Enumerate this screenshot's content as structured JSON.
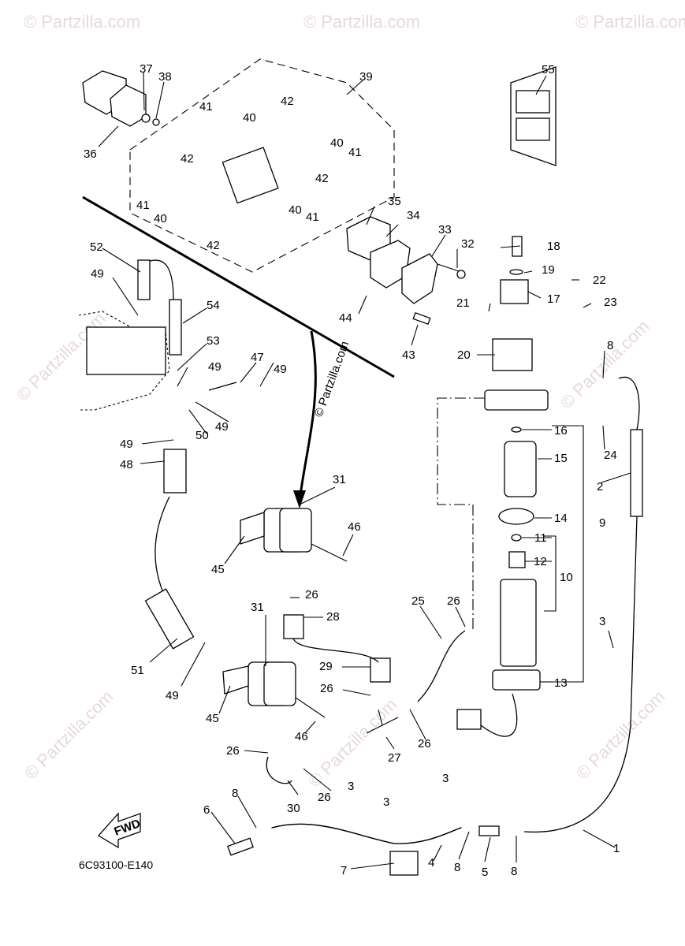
{
  "watermark_text": "© Partzilla.com",
  "center_watermark_text": "© Partzilla.com",
  "diagram_code": "6C93100-E140",
  "fwd_label": "FWD",
  "callouts": [
    "1",
    "2",
    "3",
    "4",
    "5",
    "6",
    "7",
    "8",
    "9",
    "10",
    "11",
    "12",
    "13",
    "14",
    "15",
    "16",
    "17",
    "18",
    "19",
    "20",
    "21",
    "22",
    "23",
    "24",
    "25",
    "26",
    "27",
    "28",
    "29",
    "30",
    "31",
    "32",
    "33",
    "34",
    "35",
    "36",
    "37",
    "38",
    "39",
    "40",
    "41",
    "42",
    "43",
    "44",
    "45",
    "46",
    "47",
    "48",
    "49",
    "50",
    "51",
    "52",
    "53",
    "54",
    "55"
  ],
  "colors": {
    "line": "#000000",
    "background": "#ffffff",
    "watermark": "#e7d9d9"
  }
}
